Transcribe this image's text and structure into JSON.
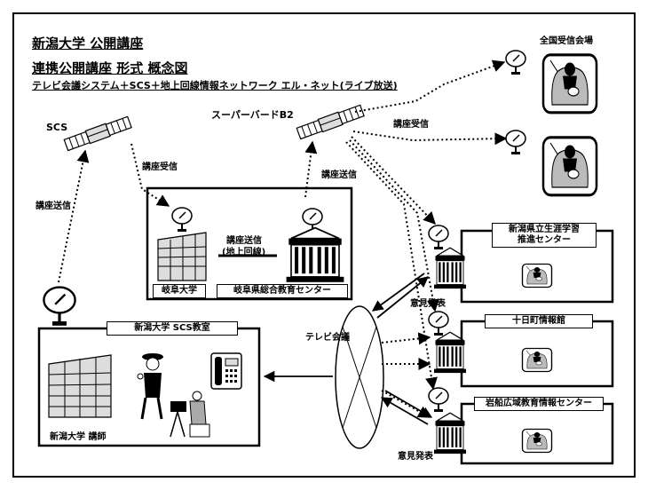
{
  "title": "新潟大学 公開講座",
  "subtitle": "連携公開講座 形式 概念図",
  "description": "テレビ会議システム＋SCS＋地上回線情報ネットワーク エル・ネット(ライブ放送)",
  "satellites": {
    "scs": "SCS",
    "superbird": "スーパーバードB2"
  },
  "labels": {
    "lecture_send_left": "講座送信",
    "lecture_recv": "講座受信",
    "lecture_send_right": "講座送信",
    "lecture_recv_right": "講座受信",
    "ground_line_1": "講座送信",
    "ground_line_2": "(地上回線)",
    "tv_conference": "テレビ会議",
    "opinion_1": "意見発表",
    "opinion_2": "意見発表",
    "nationwide_venues": "全国受信会場"
  },
  "gifu": {
    "university": "岐阜大学",
    "center": "岐阜県総合教育センター"
  },
  "niigata": {
    "room": "新潟大学 SCS教室",
    "lecturer": "新潟大学 講師"
  },
  "venues": [
    {
      "name": "新潟県立生涯学習\n推進センター"
    },
    {
      "name": "十日町情報館"
    },
    {
      "name": "岩船広域教育情報センター"
    }
  ]
}
